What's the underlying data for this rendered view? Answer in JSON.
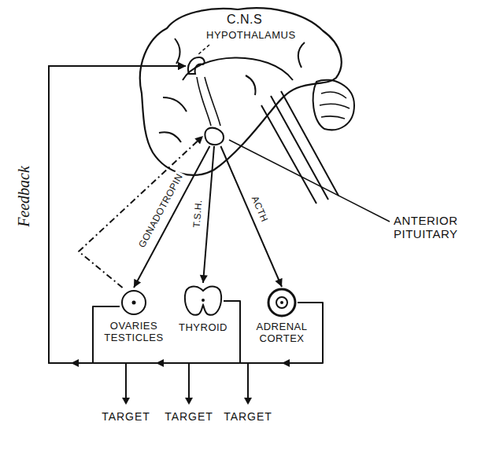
{
  "diagram": {
    "nodes": [
      {
        "text": [
          "C.N.S"
        ]
      },
      {
        "text": [
          "HYPOTHALAMUS"
        ],
        "in": 0
      },
      {
        "text": [
          "ANTERIOR PITUITARY"
        ],
        "in": 0
      },
      {
        "text": [
          "OVARIES TESTICLES"
        ]
      },
      {
        "text": [
          "THYROID"
        ]
      },
      {
        "text": [
          "ADRENAL CORTEX"
        ]
      }
    ],
    "edges": [
      {
        "from": 2,
        "to": 3,
        "arrow": "to",
        "label": "GONADOTROPIN"
      },
      {
        "from": 2,
        "to": 4,
        "arrow": "to",
        "label": "T.S.H."
      },
      {
        "from": 2,
        "to": 5,
        "arrow": "to",
        "label": "ACTH"
      },
      {
        "from": 3,
        "to": 1,
        "arrow": "to",
        "label": "Feedback"
      },
      {
        "from": 4,
        "to": 1,
        "arrow": "to"
      },
      {
        "from": 5,
        "to": 1,
        "arrow": "to"
      },
      {
        "from": 3,
        "to": 2,
        "arrow": "to"
      }
    ],
    "labels": [
      "TARGET",
      "TARGET",
      "TARGET"
    ]
  }
}
